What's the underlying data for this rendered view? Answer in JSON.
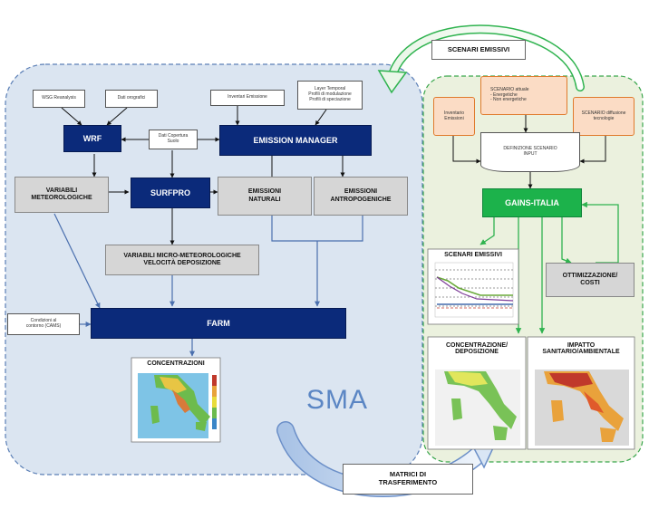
{
  "scenari_emissivi_banner": "SCENARI EMISSIVI",
  "sma_label": "SMA",
  "matrici_label": [
    "MATRICI DI",
    "TRASFERIMENTO"
  ],
  "inputs": {
    "reanalysis": "WSG Reanalysis",
    "dati_orografici": "Dati orografici",
    "inventari": "Inventari Emissione",
    "layer": [
      "Layer Temporal",
      "Profili di modulazione",
      "Profili di speciazione"
    ],
    "copertura": [
      "Dati Copertura",
      "Suolo"
    ],
    "condizioni": [
      "Condizioni al",
      "contorno (CAMS)"
    ]
  },
  "blue_boxes": {
    "wrf": "WRF",
    "emission_manager": "EMISSION MANAGER",
    "surfpro": "SURFPRO",
    "farm": "FARM"
  },
  "grey_boxes": {
    "variabili_met": [
      "VARIABILI",
      "METEOROLOGICHE"
    ],
    "emissioni_naturali": [
      "EMISSIONI",
      "NATURALI"
    ],
    "emissioni_antropogeniche": [
      "EMISSIONI",
      "ANTROPOGENICHE"
    ],
    "variabili_micro": [
      "VARIABILI MICRO-METEOROLOGICHE",
      "VELOCITÀ DEPOSIZIONE"
    ],
    "ottimizzazione": [
      "OTTIMIZZAZIONE/",
      "COSTI"
    ]
  },
  "concentrazioni_title": "CONCENTRAZIONI",
  "right": {
    "inventario": [
      "Inventario",
      "Emissioni"
    ],
    "scenario_attuale": [
      "SCENARIO attuale",
      "- Energetiche",
      "- Non energetiche"
    ],
    "scenario_diffusione": [
      "SCENARIO diffusione",
      "tecnologie"
    ],
    "definizione": [
      "DEFINIZIONE SCENARIO",
      "INPUT"
    ],
    "gains": "GAINS-ITALIA",
    "scenari_chart_title": "SCENARI EMISSIVI",
    "conc_dep": [
      "CONCENTRAZIONE/",
      "DEPOSIZIONE"
    ],
    "impatto": [
      "IMPATTO",
      "SANITARIO/AMBIENTALE"
    ]
  },
  "colors": {
    "navy": "#0b2a7a",
    "grey": "#d6d6d6",
    "green": "#1cb24b",
    "orange_fill": "#fbdcc5",
    "orange_border": "#e07a2c",
    "sma_panel": "#dbe5f1",
    "right_panel": "#ebf1de"
  }
}
